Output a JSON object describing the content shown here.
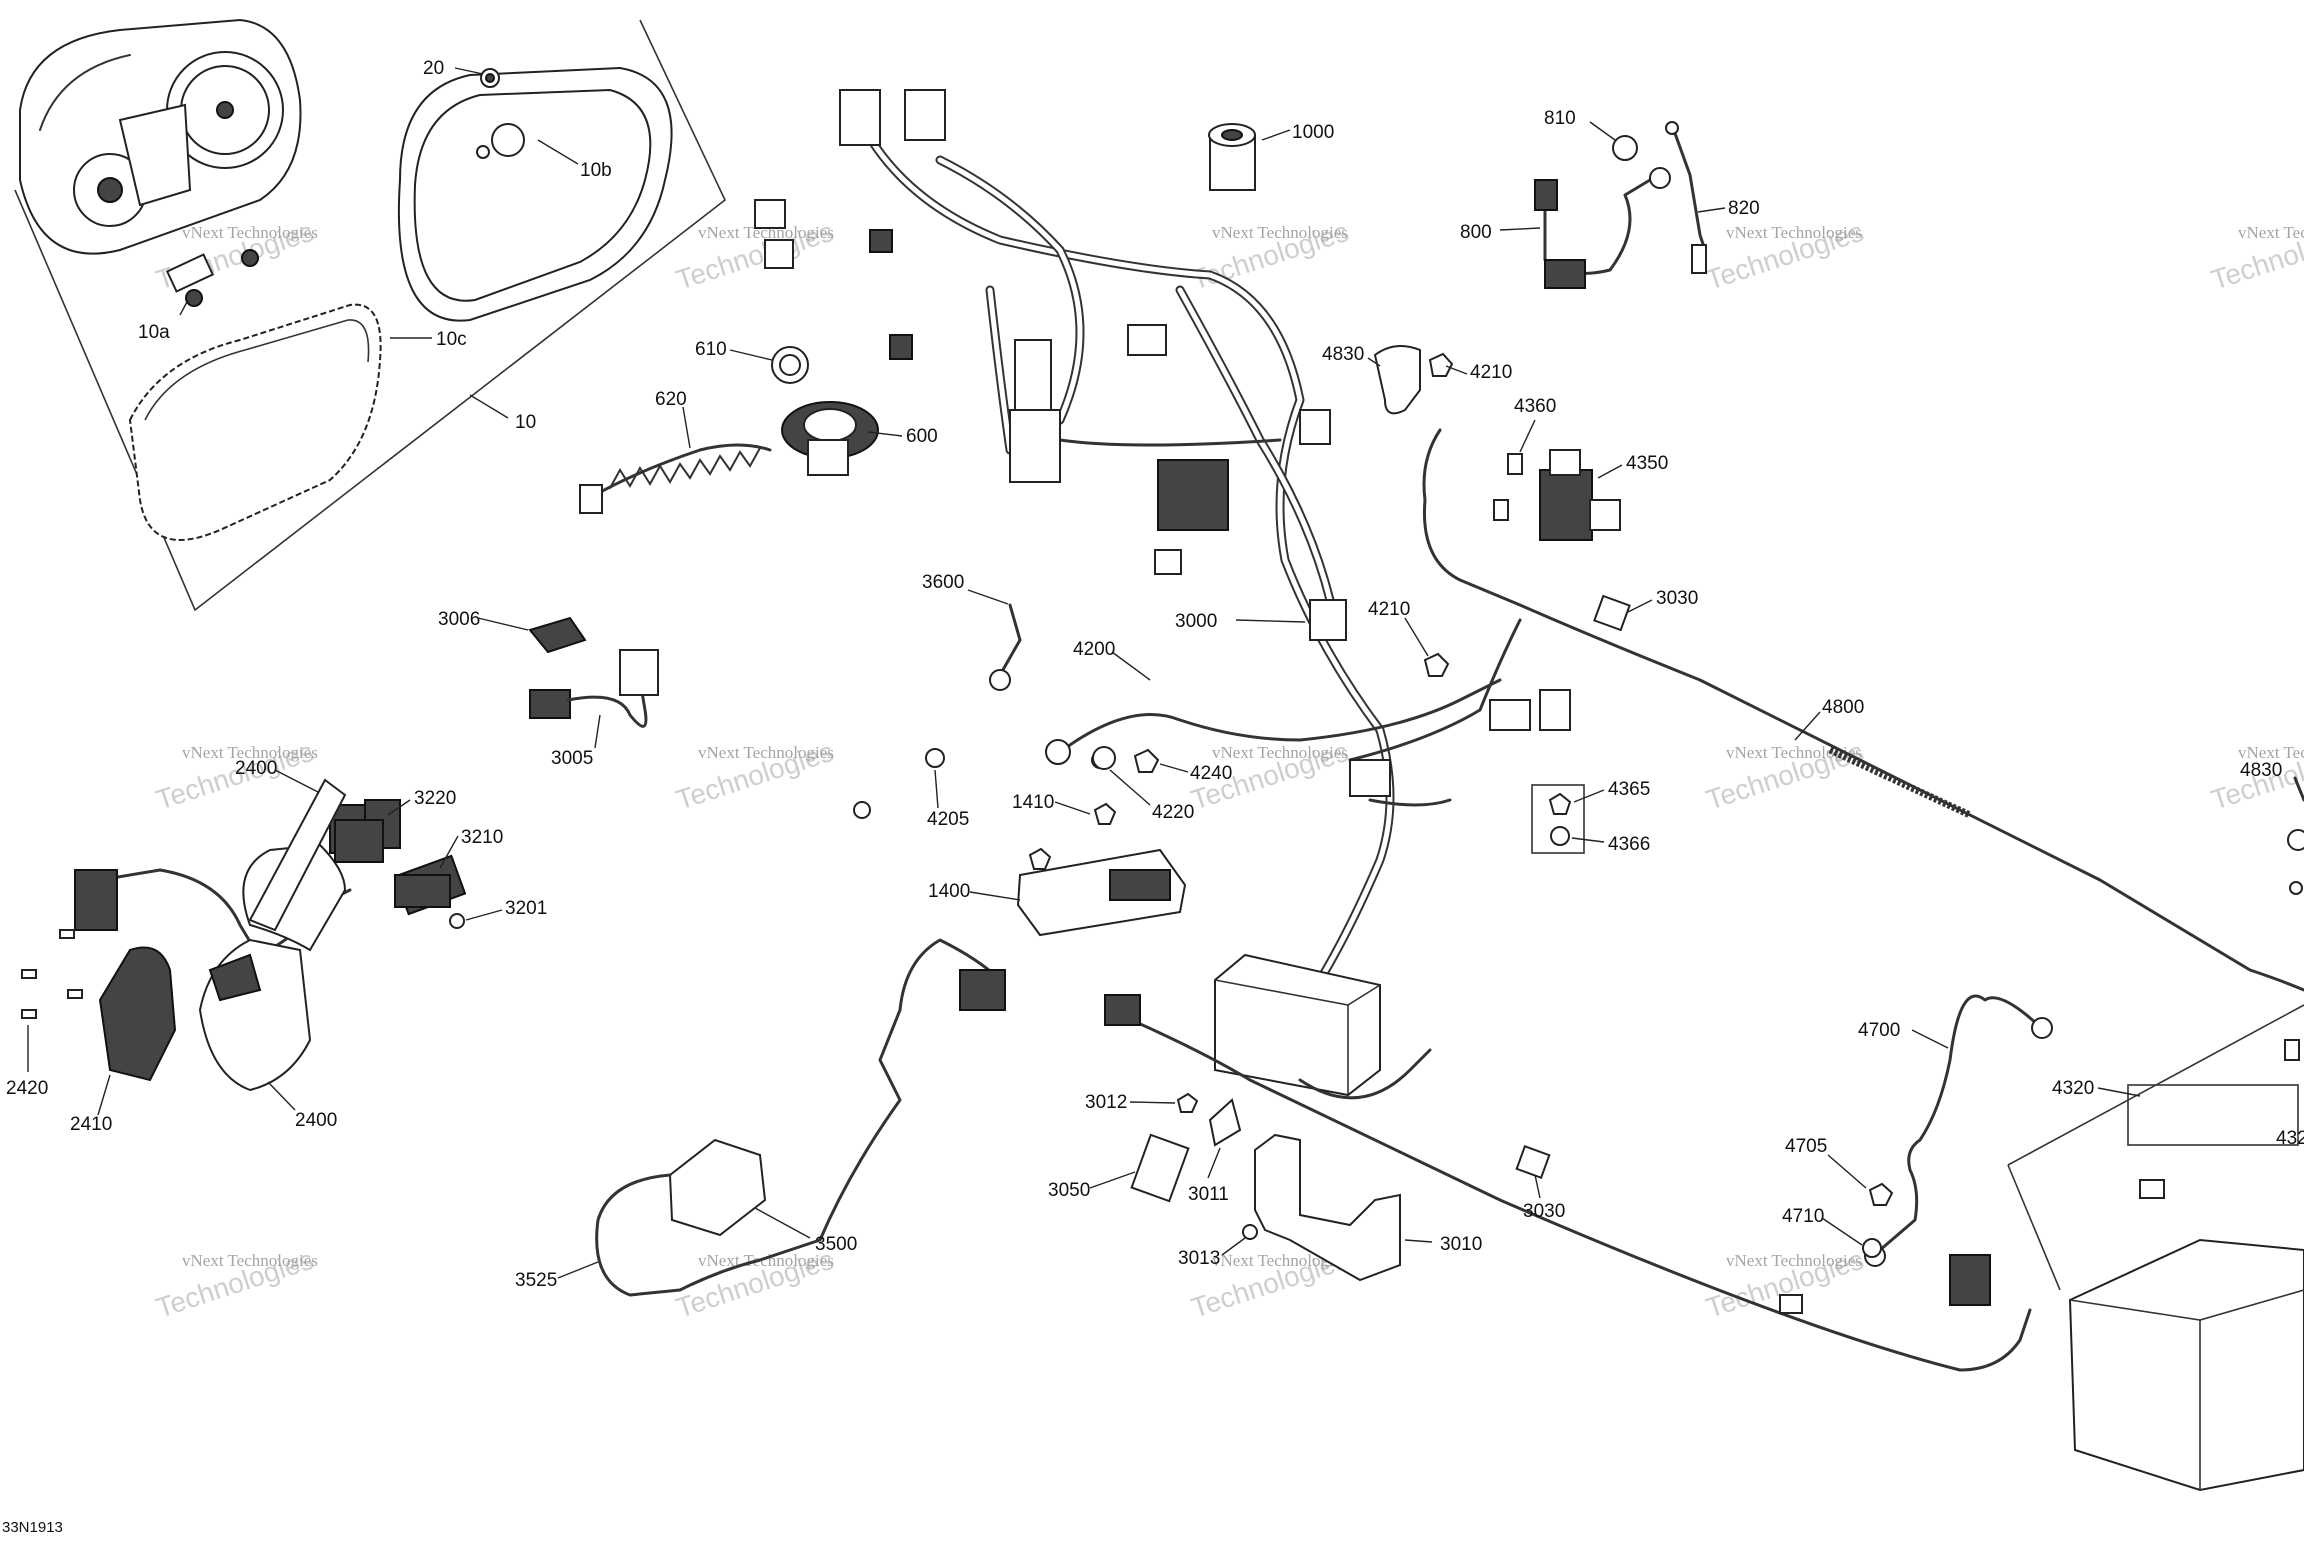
{
  "diagram": {
    "doc_code": "33N1913",
    "watermark": {
      "line1": "vNext Technologies",
      "line2": "Technologies"
    },
    "callouts": [
      "20",
      "10b",
      "10a",
      "10c",
      "10",
      "1000",
      "810",
      "820",
      "800",
      "610",
      "620",
      "600",
      "4830",
      "4210",
      "4360",
      "4350",
      "3030",
      "3600",
      "3006",
      "3005",
      "4200",
      "3000",
      "4210",
      "4800",
      "2400",
      "3220",
      "3210",
      "3201",
      "4205",
      "1410",
      "4240",
      "4220",
      "4365",
      "4366",
      "4830",
      "1400",
      "2420",
      "2410",
      "2400",
      "3012",
      "3050",
      "3011",
      "3013",
      "3010",
      "3030",
      "4700",
      "4320",
      "4705",
      "4710",
      "3525",
      "3500",
      "432"
    ]
  }
}
